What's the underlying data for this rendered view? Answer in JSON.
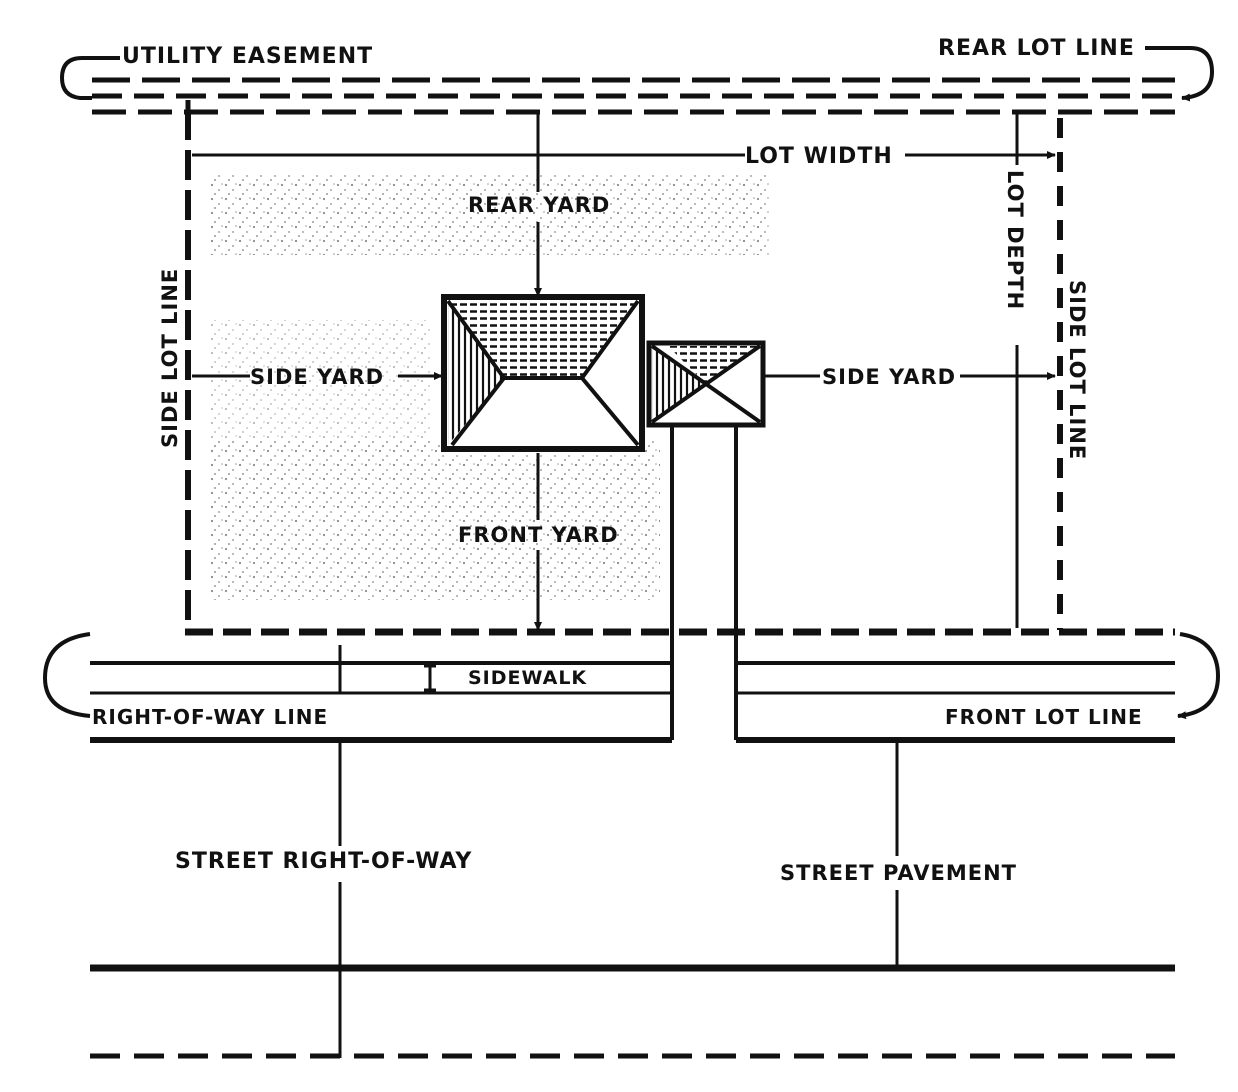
{
  "labels": {
    "utility_easement": "UTILITY EASEMENT",
    "rear_lot_line": "REAR LOT LINE",
    "lot_width": "LOT WIDTH",
    "rear_yard": "REAR YARD",
    "lot_depth": "LOT DEPTH",
    "side_lot_line_left": "SIDE LOT LINE",
    "side_lot_line_right": "SIDE LOT LINE",
    "side_yard_left": "SIDE YARD",
    "side_yard_right": "SIDE YARD",
    "front_yard": "FRONT YARD",
    "sidewalk": "SIDEWALK",
    "right_of_way_line": "RIGHT-OF-WAY LINE",
    "front_lot_line": "FRONT LOT LINE",
    "street_right_of_way": "STREET RIGHT-OF-WAY",
    "street_pavement": "STREET PAVEMENT"
  },
  "colors": {
    "ink": "#111111",
    "stipple": "#8a8a8a",
    "background": "#ffffff"
  }
}
